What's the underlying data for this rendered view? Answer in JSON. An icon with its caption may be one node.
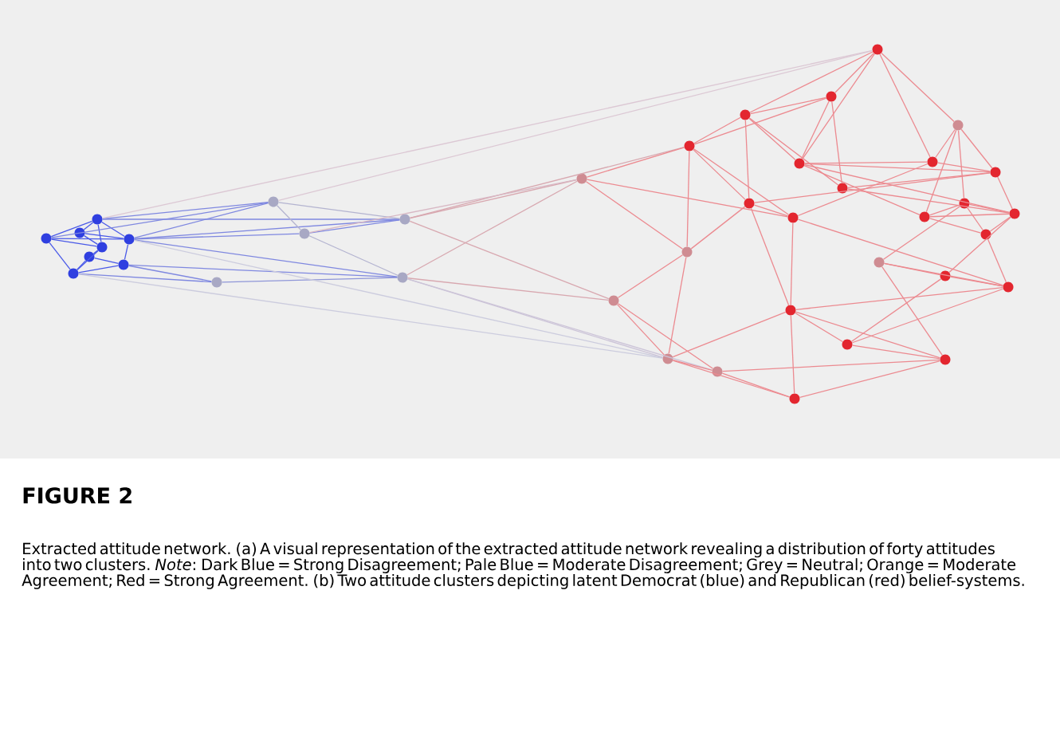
{
  "diagram": {
    "title": "FIGURE 2",
    "caption": "Extracted attitude network. (a) A visual representation of the extracted attitude network revealing a distribution of forty attitudes into two clusters. *Note*: Dark Blue = Strong Disagreement; Pale Blue = Moderate Disagreement; Grey = Neutral; Orange = Moderate Agreement; Red = Strong Agreement. (b) Two attitude clusters depicting latent Democrat (blue) and Republican (red) belief-systems.",
    "nodes": [
      {
        "text": [],
        "shape": "circle"
      },
      {
        "text": [],
        "shape": "circle"
      },
      {
        "text": [],
        "shape": "circle"
      },
      {
        "text": [],
        "shape": "circle"
      },
      {
        "text": [],
        "shape": "circle"
      },
      {
        "text": [],
        "shape": "circle"
      },
      {
        "text": [],
        "shape": "circle"
      },
      {
        "text": [],
        "shape": "circle"
      },
      {
        "text": [],
        "shape": "circle"
      },
      {
        "text": [],
        "shape": "circle"
      },
      {
        "text": [],
        "shape": "circle"
      },
      {
        "text": [],
        "shape": "circle"
      },
      {
        "text": [],
        "shape": "circle"
      },
      {
        "text": [],
        "shape": "circle"
      },
      {
        "text": [],
        "shape": "circle"
      },
      {
        "text": [],
        "shape": "circle"
      },
      {
        "text": [],
        "shape": "circle"
      },
      {
        "text": [],
        "shape": "circle"
      },
      {
        "text": [],
        "shape": "circle"
      },
      {
        "text": [],
        "shape": "circle"
      },
      {
        "text": [],
        "shape": "circle"
      },
      {
        "text": [],
        "shape": "circle"
      },
      {
        "text": [],
        "shape": "circle"
      },
      {
        "text": [],
        "shape": "circle"
      },
      {
        "text": [],
        "shape": "circle"
      },
      {
        "text": [],
        "shape": "circle"
      },
      {
        "text": [],
        "shape": "circle"
      },
      {
        "text": [],
        "shape": "circle"
      },
      {
        "text": [],
        "shape": "circle"
      },
      {
        "text": [],
        "shape": "circle"
      },
      {
        "text": [],
        "shape": "circle"
      },
      {
        "text": [],
        "shape": "circle"
      },
      {
        "text": [],
        "shape": "circle"
      },
      {
        "text": [],
        "shape": "circle"
      },
      {
        "text": [],
        "shape": "circle"
      },
      {
        "text": [],
        "shape": "circle"
      },
      {
        "text": [],
        "shape": "circle"
      },
      {
        "text": [],
        "shape": "circle"
      },
      {
        "text": [],
        "shape": "circle"
      },
      {
        "text": [],
        "shape": "circle"
      }
    ],
    "edges": [
      {
        "from": 0,
        "to": 1,
        "arrow": "none",
        "color": "#4a5ae8"
      },
      {
        "from": 0,
        "to": 2,
        "arrow": "none",
        "color": "#4a5ae8"
      },
      {
        "from": 0,
        "to": 4,
        "arrow": "none",
        "color": "#4a5ae8"
      },
      {
        "from": 0,
        "to": 6,
        "arrow": "none",
        "color": "#4a5ae8"
      },
      {
        "from": 1,
        "to": 3,
        "arrow": "none",
        "color": "#4a5ae8"
      },
      {
        "from": 1,
        "to": 6,
        "arrow": "none",
        "color": "#4a5ae8"
      },
      {
        "from": 1,
        "to": 7,
        "arrow": "none",
        "color": "#4a5ae8"
      },
      {
        "from": 2,
        "to": 4,
        "arrow": "none",
        "color": "#4a5ae8"
      },
      {
        "from": 2,
        "to": 5,
        "arrow": "none",
        "color": "#4a5ae8"
      },
      {
        "from": 2,
        "to": 6,
        "arrow": "none",
        "color": "#4a5ae8"
      },
      {
        "from": 3,
        "to": 4,
        "arrow": "none",
        "color": "#4a5ae8"
      },
      {
        "from": 3,
        "to": 7,
        "arrow": "none",
        "color": "#4a5ae8"
      },
      {
        "from": 4,
        "to": 5,
        "arrow": "none",
        "color": "#4a5ae8"
      },
      {
        "from": 5,
        "to": 6,
        "arrow": "none",
        "color": "#4a5ae8"
      },
      {
        "from": 6,
        "to": 7,
        "arrow": "none",
        "color": "#4a5ae8"
      },
      {
        "from": 4,
        "to": 8,
        "arrow": "none",
        "color": "#7f88e0"
      },
      {
        "from": 4,
        "to": 9,
        "arrow": "none",
        "color": "#7f88e0"
      },
      {
        "from": 4,
        "to": 11,
        "arrow": "none",
        "color": "#7f88e0"
      },
      {
        "from": 2,
        "to": 8,
        "arrow": "none",
        "color": "#7f88e0"
      },
      {
        "from": 3,
        "to": 12,
        "arrow": "none",
        "color": "#7f88e0"
      },
      {
        "from": 1,
        "to": 10,
        "arrow": "none",
        "color": "#7f88e0"
      },
      {
        "from": 3,
        "to": 10,
        "arrow": "none",
        "color": "#7f88e0"
      },
      {
        "from": 4,
        "to": 12,
        "arrow": "none",
        "color": "#7f88e0"
      },
      {
        "from": 0,
        "to": 8,
        "arrow": "none",
        "color": "#7f88e0"
      },
      {
        "from": 2,
        "to": 11,
        "arrow": "none",
        "color": "#7f88e0"
      },
      {
        "from": 8,
        "to": 9,
        "arrow": "none",
        "color": "#b4b4d0"
      },
      {
        "from": 9,
        "to": 11,
        "arrow": "none",
        "color": "#7f88e0"
      },
      {
        "from": 10,
        "to": 12,
        "arrow": "none",
        "color": "#8f96d8"
      },
      {
        "from": 9,
        "to": 12,
        "arrow": "none",
        "color": "#b4b4d0"
      },
      {
        "from": 8,
        "to": 11,
        "arrow": "none",
        "color": "#b4b4d0"
      },
      {
        "from": 2,
        "to": 18,
        "arrow": "none",
        "color": "#dcc8d4"
      },
      {
        "from": 4,
        "to": 16,
        "arrow": "none",
        "color": "#ccccde"
      },
      {
        "from": 1,
        "to": 16,
        "arrow": "none",
        "color": "#ccccde"
      },
      {
        "from": 8,
        "to": 18,
        "arrow": "none",
        "color": "#dcc8d4"
      },
      {
        "from": 11,
        "to": 13,
        "arrow": "none",
        "color": "#d8a8b0"
      },
      {
        "from": 12,
        "to": 13,
        "arrow": "none",
        "color": "#d8a8b0"
      },
      {
        "from": 11,
        "to": 14,
        "arrow": "none",
        "color": "#d8a8b0"
      },
      {
        "from": 12,
        "to": 14,
        "arrow": "none",
        "color": "#d8a8b0"
      },
      {
        "from": 12,
        "to": 16,
        "arrow": "none",
        "color": "#ccc4d8"
      },
      {
        "from": 12,
        "to": 17,
        "arrow": "none",
        "color": "#ccc4d8"
      },
      {
        "from": 11,
        "to": 21,
        "arrow": "none",
        "color": "#d8a8b0"
      },
      {
        "from": 9,
        "to": 13,
        "arrow": "none",
        "color": "#d8b8c4"
      },
      {
        "from": 13,
        "to": 15,
        "arrow": "none"
      },
      {
        "from": 13,
        "to": 21,
        "arrow": "none"
      },
      {
        "from": 13,
        "to": 28,
        "arrow": "none"
      },
      {
        "from": 14,
        "to": 15,
        "arrow": "none"
      },
      {
        "from": 14,
        "to": 16,
        "arrow": "none"
      },
      {
        "from": 14,
        "to": 17,
        "arrow": "none"
      },
      {
        "from": 15,
        "to": 16,
        "arrow": "none"
      },
      {
        "from": 15,
        "to": 27,
        "arrow": "none"
      },
      {
        "from": 16,
        "to": 17,
        "arrow": "none"
      },
      {
        "from": 16,
        "to": 36,
        "arrow": "none"
      },
      {
        "from": 16,
        "to": 39,
        "arrow": "none"
      },
      {
        "from": 17,
        "to": 39,
        "arrow": "none"
      },
      {
        "from": 17,
        "to": 38,
        "arrow": "none"
      },
      {
        "from": 18,
        "to": 19,
        "arrow": "none"
      },
      {
        "from": 18,
        "to": 20,
        "arrow": "none"
      },
      {
        "from": 18,
        "to": 22,
        "arrow": "none"
      },
      {
        "from": 18,
        "to": 23,
        "arrow": "none"
      },
      {
        "from": 18,
        "to": 25,
        "arrow": "none"
      },
      {
        "from": 19,
        "to": 20,
        "arrow": "none"
      },
      {
        "from": 19,
        "to": 21,
        "arrow": "none"
      },
      {
        "from": 19,
        "to": 23,
        "arrow": "none"
      },
      {
        "from": 19,
        "to": 24,
        "arrow": "none"
      },
      {
        "from": 20,
        "to": 21,
        "arrow": "none"
      },
      {
        "from": 20,
        "to": 23,
        "arrow": "none"
      },
      {
        "from": 20,
        "to": 24,
        "arrow": "none"
      },
      {
        "from": 20,
        "to": 27,
        "arrow": "none"
      },
      {
        "from": 21,
        "to": 27,
        "arrow": "none"
      },
      {
        "from": 21,
        "to": 15,
        "arrow": "none"
      },
      {
        "from": 21,
        "to": 28,
        "arrow": "none"
      },
      {
        "from": 22,
        "to": 25,
        "arrow": "none"
      },
      {
        "from": 22,
        "to": 26,
        "arrow": "none"
      },
      {
        "from": 22,
        "to": 29,
        "arrow": "none"
      },
      {
        "from": 22,
        "to": 30,
        "arrow": "none"
      },
      {
        "from": 23,
        "to": 25,
        "arrow": "none"
      },
      {
        "from": 23,
        "to": 26,
        "arrow": "none"
      },
      {
        "from": 23,
        "to": 29,
        "arrow": "none"
      },
      {
        "from": 23,
        "to": 31,
        "arrow": "none"
      },
      {
        "from": 24,
        "to": 26,
        "arrow": "none"
      },
      {
        "from": 24,
        "to": 31,
        "arrow": "none"
      },
      {
        "from": 25,
        "to": 26,
        "arrow": "none"
      },
      {
        "from": 25,
        "to": 28,
        "arrow": "none"
      },
      {
        "from": 26,
        "to": 27,
        "arrow": "none"
      },
      {
        "from": 26,
        "to": 31,
        "arrow": "none"
      },
      {
        "from": 27,
        "to": 28,
        "arrow": "none"
      },
      {
        "from": 27,
        "to": 36,
        "arrow": "none"
      },
      {
        "from": 28,
        "to": 35,
        "arrow": "none"
      },
      {
        "from": 28,
        "to": 36,
        "arrow": "none"
      },
      {
        "from": 29,
        "to": 30,
        "arrow": "none"
      },
      {
        "from": 29,
        "to": 31,
        "arrow": "none"
      },
      {
        "from": 29,
        "to": 32,
        "arrow": "none"
      },
      {
        "from": 30,
        "to": 31,
        "arrow": "none"
      },
      {
        "from": 30,
        "to": 32,
        "arrow": "none"
      },
      {
        "from": 30,
        "to": 33,
        "arrow": "none"
      },
      {
        "from": 31,
        "to": 32,
        "arrow": "none"
      },
      {
        "from": 31,
        "to": 34,
        "arrow": "none"
      },
      {
        "from": 32,
        "to": 35,
        "arrow": "none"
      },
      {
        "from": 33,
        "to": 34,
        "arrow": "none"
      },
      {
        "from": 33,
        "to": 35,
        "arrow": "none"
      },
      {
        "from": 33,
        "to": 38,
        "arrow": "none"
      },
      {
        "from": 34,
        "to": 35,
        "arrow": "none"
      },
      {
        "from": 34,
        "to": 37,
        "arrow": "none"
      },
      {
        "from": 35,
        "to": 36,
        "arrow": "none"
      },
      {
        "from": 35,
        "to": 37,
        "arrow": "none"
      },
      {
        "from": 36,
        "to": 37,
        "arrow": "none"
      },
      {
        "from": 36,
        "to": 38,
        "arrow": "none"
      },
      {
        "from": 36,
        "to": 39,
        "arrow": "none"
      },
      {
        "from": 37,
        "to": 38,
        "arrow": "none"
      },
      {
        "from": 38,
        "to": 39,
        "arrow": "none"
      }
    ]
  }
}
